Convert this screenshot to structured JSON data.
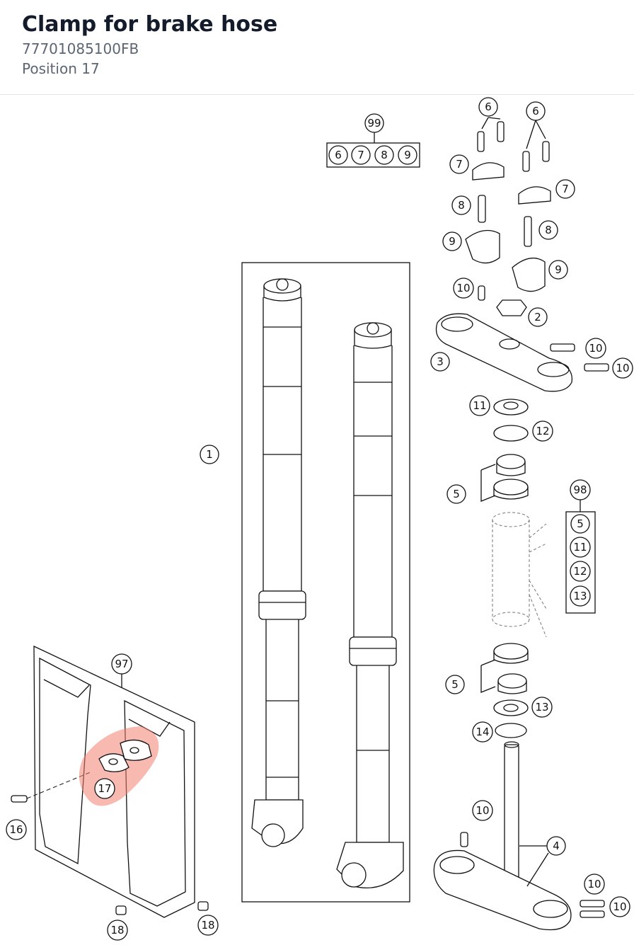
{
  "header": {
    "title": "Clamp for brake hose",
    "part_number": "77701085100FB",
    "position": "Position 17"
  },
  "diagram": {
    "highlight_color": "#f08070",
    "highlighted_position": "17",
    "callouts": {
      "c1": "1",
      "c2": "2",
      "c3": "3",
      "c4": "4",
      "c5a": "5",
      "c5b": "5",
      "c6a": "6",
      "c6b": "6",
      "c7a": "7",
      "c7b": "7",
      "c8a": "8",
      "c8b": "8",
      "c9a": "9",
      "c9b": "9",
      "c10a": "10",
      "c10b": "10",
      "c10c": "10",
      "c10d": "10",
      "c10e": "10",
      "c10f": "10",
      "c11": "11",
      "c12": "12",
      "c13": "13",
      "c14": "14",
      "c16": "16",
      "c17": "17",
      "c18a": "18",
      "c18b": "18",
      "c97": "97",
      "c98": "98",
      "c99": "99"
    },
    "kit_99": [
      "6",
      "7",
      "8",
      "9"
    ],
    "kit_98": [
      "5",
      "11",
      "12",
      "13"
    ]
  }
}
